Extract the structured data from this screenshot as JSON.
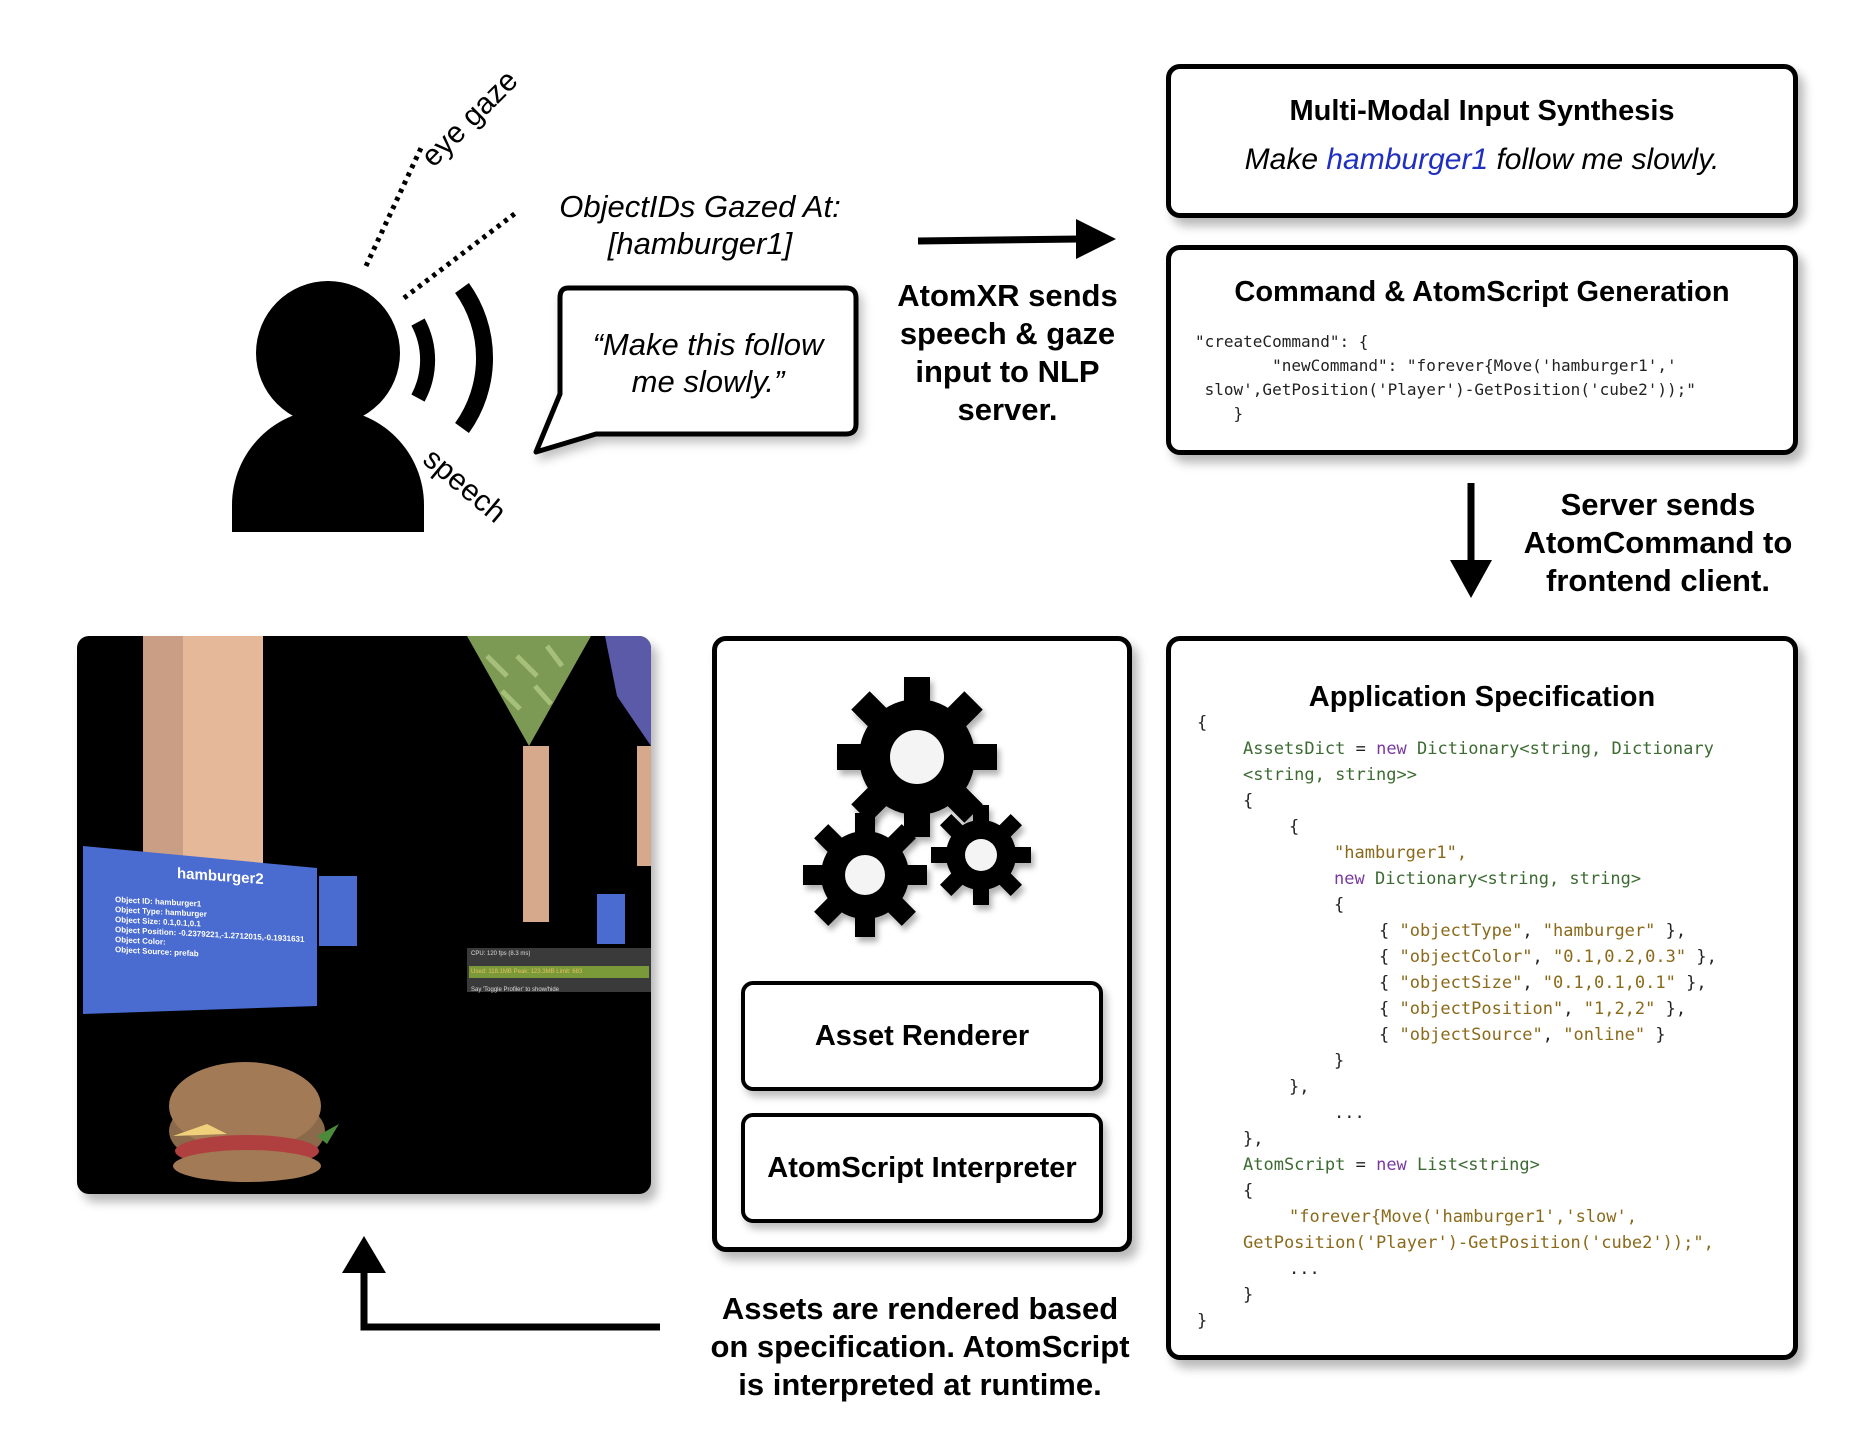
{
  "user": {
    "eye_gaze_label": "eye gaze",
    "speech_label": "speech"
  },
  "gaze_info": {
    "line1": "ObjectIDs Gazed At:",
    "line2": "[hamburger1]"
  },
  "speech_bubble": {
    "line1": "“Make this follow",
    "line2": "me slowly.”"
  },
  "step_send": {
    "lines": [
      "AtomXR sends",
      "speech & gaze",
      "input to NLP",
      "server."
    ]
  },
  "multimodal": {
    "title": "Multi-Modal Input Synthesis",
    "prefix": "Make ",
    "object": "hamburger1",
    "suffix": " follow me slowly.",
    "object_color": "#1f2fbf"
  },
  "command_gen": {
    "title": "Command & AtomScript Generation",
    "code": [
      "\"createCommand\": {",
      "        \"newCommand\": \"forever{Move('hamburger1','",
      " slow',GetPosition('Player')-GetPosition('cube2'));\"",
      "    }"
    ]
  },
  "step_server": {
    "lines": [
      "Server sends",
      "AtomCommand to",
      "frontend client."
    ]
  },
  "app_spec": {
    "title": "Application Specification",
    "open_brace": "{",
    "assets_name": "AssetsDict",
    "eq": " = ",
    "new_kw": "new",
    "dict_type": "Dictionary<string, Dictionary",
    "dict_type2": "<string, string>>",
    "brace_open": "{",
    "key_str": "\"hamburger1\",",
    "inner_type": "Dictionary<string, string>",
    "entries": [
      {
        "k": "\"objectType\"",
        "v": "\"hamburger\"",
        "end": " },"
      },
      {
        "k": "\"objectColor\"",
        "v": "\"0.1,0.2,0.3\"",
        "end": " },"
      },
      {
        "k": "\"objectSize\"",
        "v": "\"0.1,0.1,0.1\"",
        "end": " },"
      },
      {
        "k": "\"objectPosition\"",
        "v": "\"1,2,2\"",
        "end": " },"
      },
      {
        "k": "\"objectSource\"",
        "v": "\"online\"",
        "end": " }"
      }
    ],
    "close_inner": "}",
    "close_item": "},",
    "ellipsis": "...",
    "close_dict": "},",
    "script_name": "AtomScript",
    "list_type": "List<string>",
    "script_line1": "\"forever{Move('hamburger1','slow',",
    "script_line2": "GetPosition('Player')-GetPosition('cube2'));\",",
    "close_list": "}",
    "close_all": "}"
  },
  "runtime": {
    "asset_renderer": "Asset Renderer",
    "interpreter": "AtomScript Interpreter"
  },
  "step_render": {
    "lines": [
      "Assets are rendered based",
      "on specification. AtomScript",
      "is interpreted at runtime."
    ]
  },
  "scene": {
    "panel_title": "hamburger2",
    "panel_lines": [
      "Object ID: hamburger1",
      "Object Type: hamburger",
      "Object Size: 0.1,0.1,0.1",
      "Object Position: -0.2379221,-1.2712015,-0.1931631",
      "Object Color:",
      "Object Source: prefab"
    ],
    "stats_line": "CPU: 120 fps (8.3 ms)",
    "stats_line2": "Used: 118.1MB   Peak: 123.3MB   Limit: 683",
    "stats_line3": "Say 'Toggle Profiler' to show/hide"
  }
}
